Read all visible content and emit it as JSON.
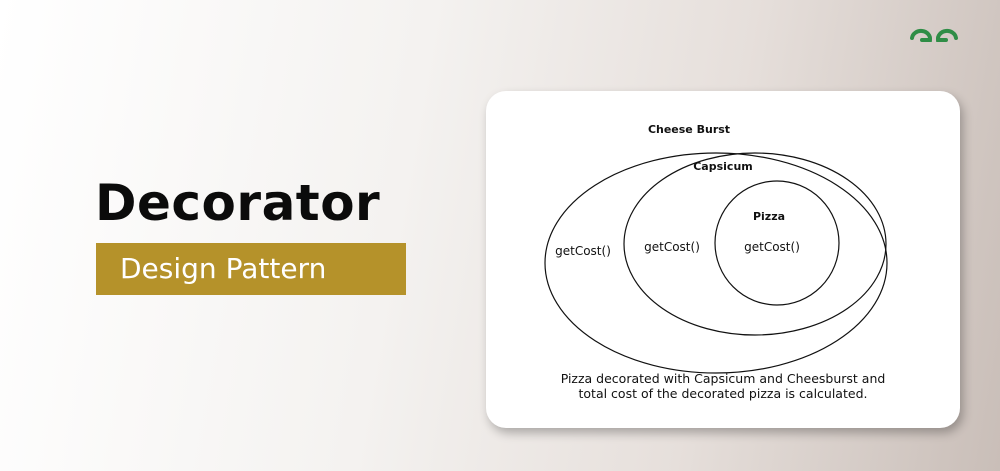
{
  "brand": {
    "logo_icon": "geeksforgeeks-logo-icon",
    "color": "#2f8d46"
  },
  "hero": {
    "title": "Decorator",
    "subtitle": "Design Pattern",
    "accent_color": "#b5922a"
  },
  "diagram": {
    "outer": {
      "label": "Cheese Burst",
      "method": "getCost()"
    },
    "middle": {
      "label": "Capsicum",
      "method": "getCost()"
    },
    "inner": {
      "label": "Pizza",
      "method": "getCost()"
    },
    "caption_line1": "Pizza decorated with Capsicum and Cheesburst and",
    "caption_line2": "total cost of the decorated pizza is calculated."
  }
}
